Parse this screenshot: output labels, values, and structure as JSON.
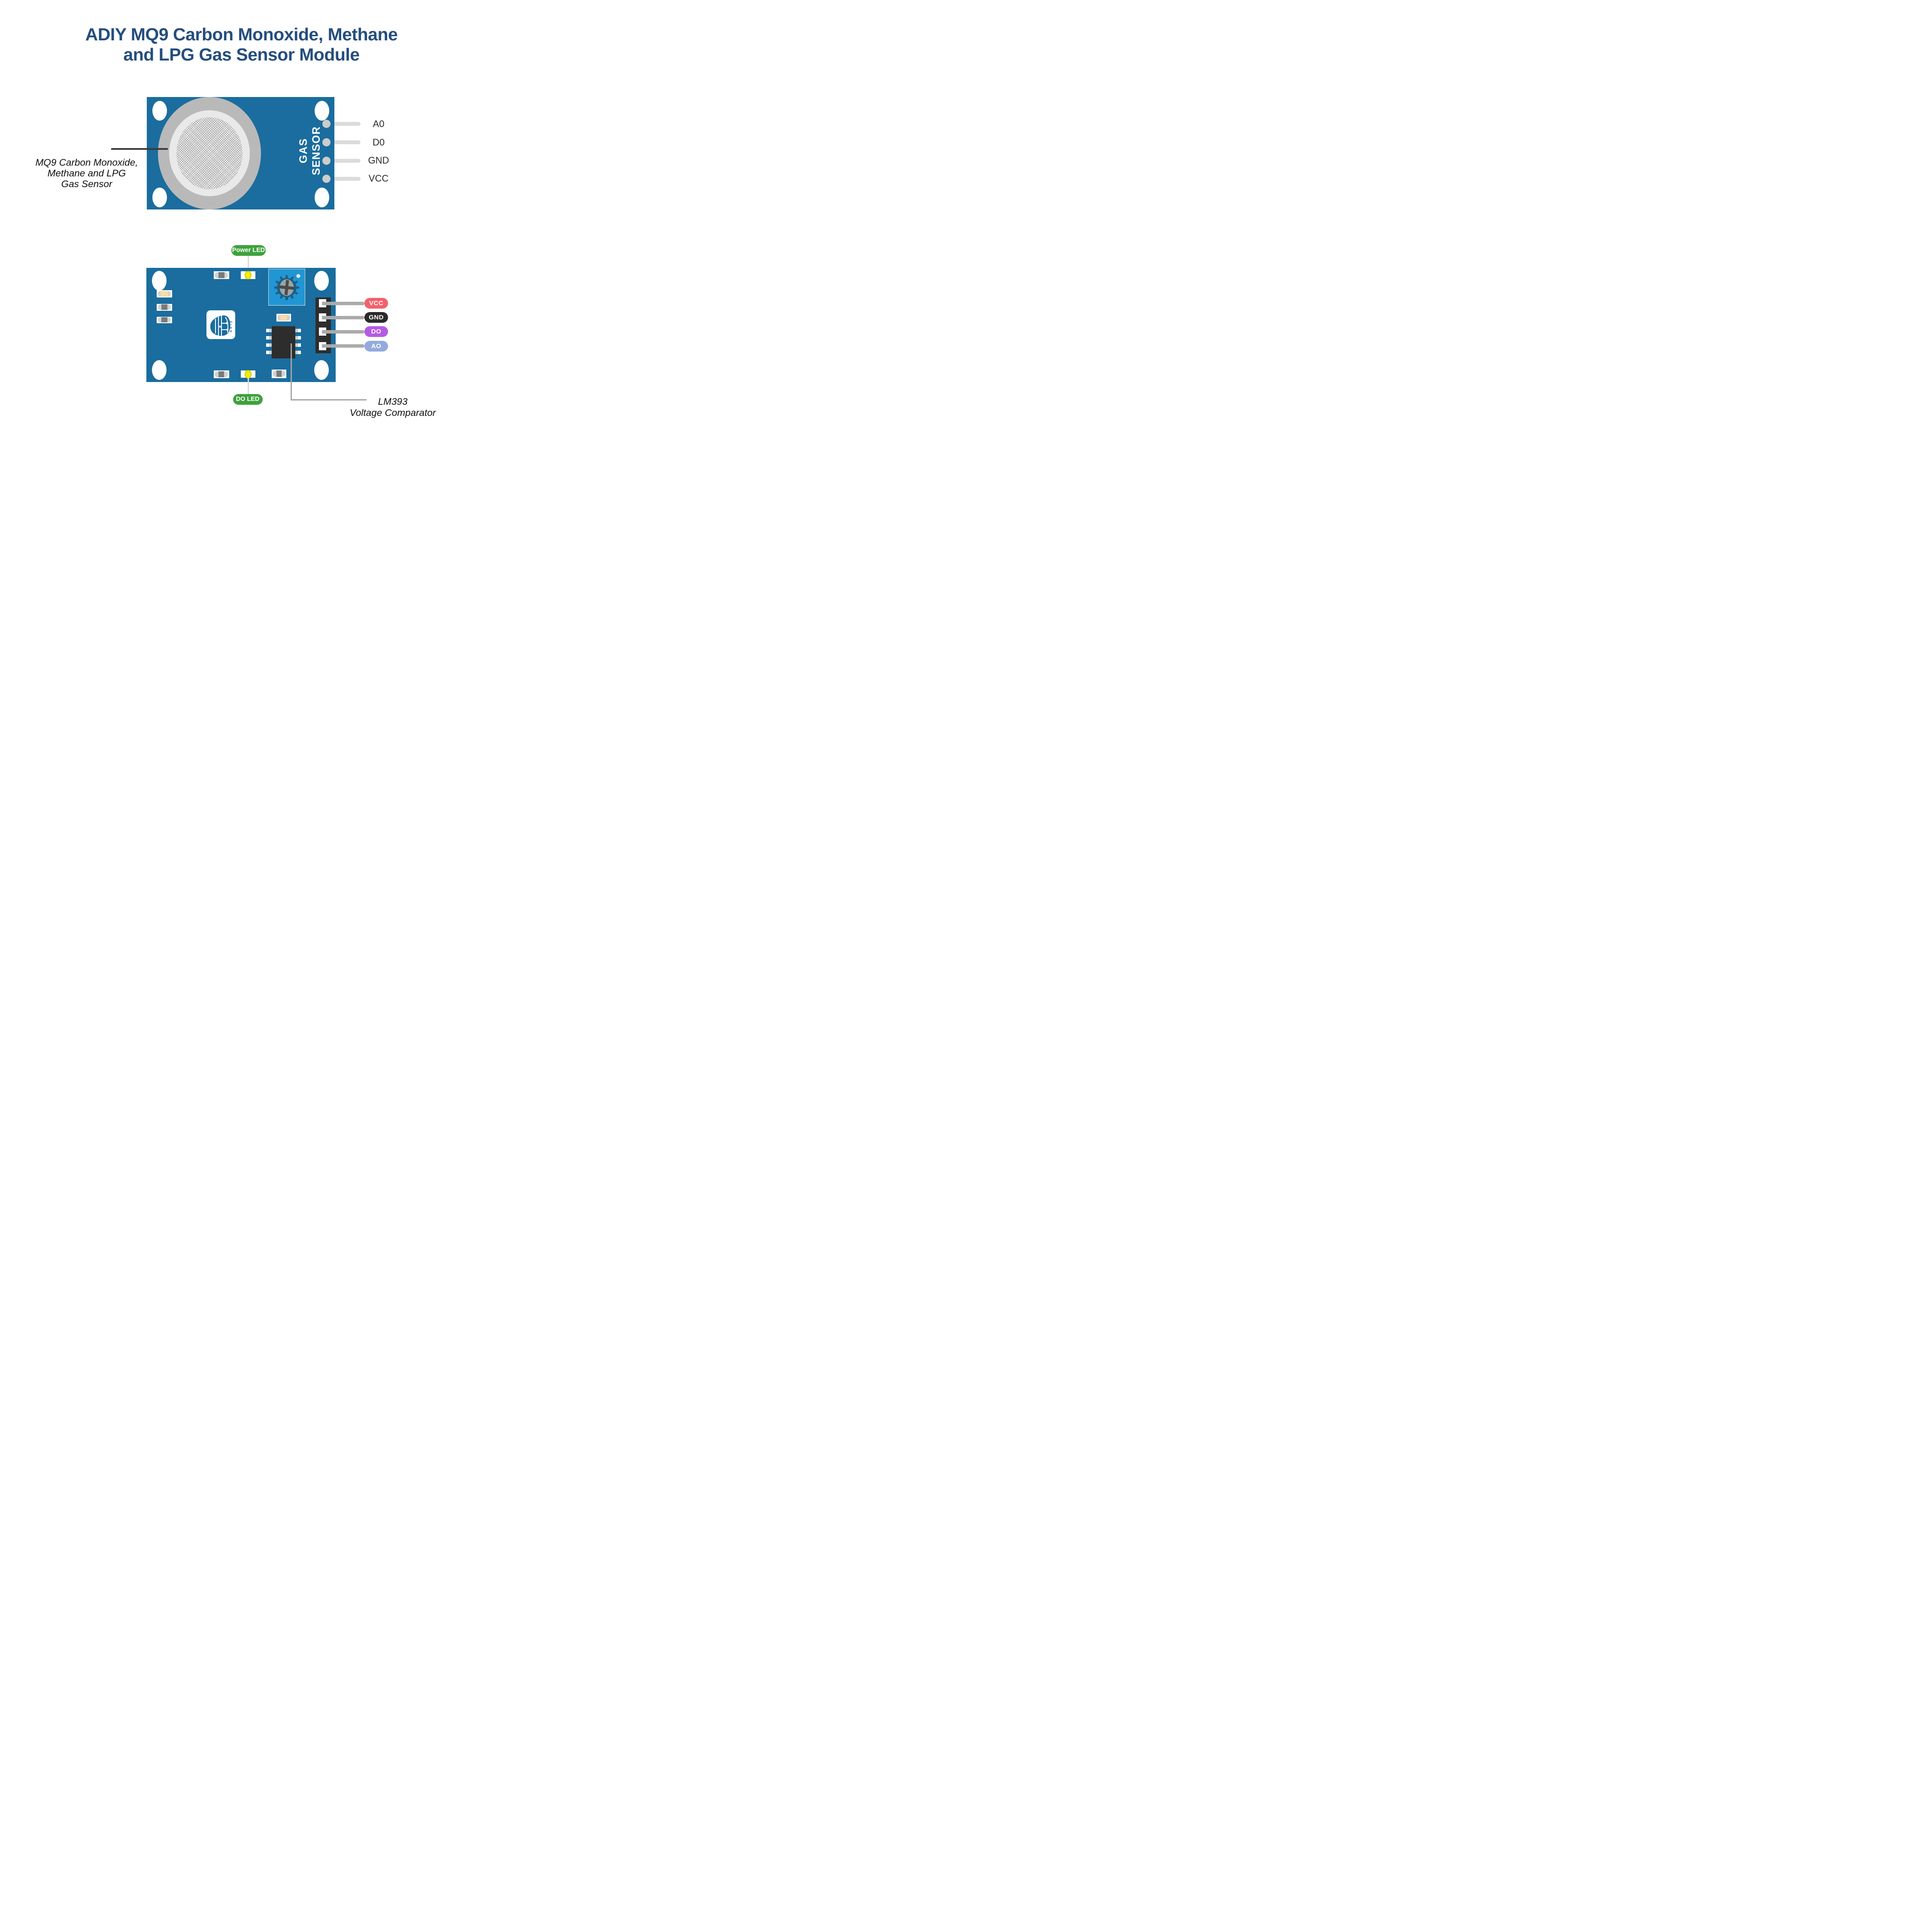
{
  "title": {
    "line1": "ADIY MQ9 Carbon Monoxide, Methane",
    "line2": "and LPG Gas Sensor Module",
    "color": "#254E7D"
  },
  "front_module": {
    "board_color": "#1A6D9E",
    "silkscreen_text": "GAS SENSOR",
    "sensor_annotation": {
      "line1": "MQ9 Carbon Monoxide,",
      "line2": "Methane and LPG",
      "line3": "Gas Sensor"
    },
    "pins": [
      {
        "name": "A0"
      },
      {
        "name": "D0"
      },
      {
        "name": "GND"
      },
      {
        "name": "VCC"
      }
    ]
  },
  "back_module": {
    "board_color": "#1A6D9E",
    "logo_text": "adiy",
    "annotations": {
      "power_led": "Power LED",
      "do_led": "DO LED",
      "ic_line1": "LM393",
      "ic_line2": "Voltage Comparator"
    },
    "annotation_pill_color": "#3EA23C",
    "pin_headers": [
      {
        "name": "VCC",
        "color": "#F4606C"
      },
      {
        "name": "GND",
        "color": "#2A2A2A"
      },
      {
        "name": "DO",
        "color": "#B45BE4"
      },
      {
        "name": "AO",
        "color": "#93ABDC"
      }
    ]
  }
}
